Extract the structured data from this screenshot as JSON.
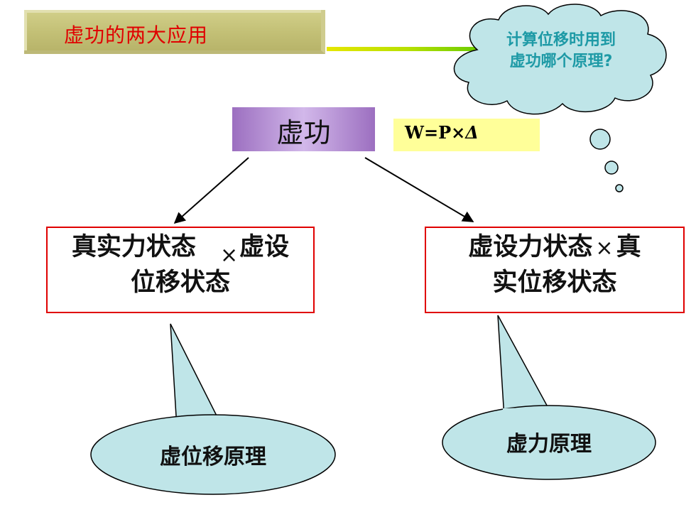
{
  "title": "虚功的两大应用",
  "center": {
    "label": "虚功",
    "formula": "W=P×Δ"
  },
  "left_box": {
    "line1": "真实力状态",
    "times": "×",
    "line1b": "虚设",
    "line2": "位移状态"
  },
  "right_box": {
    "line1": "虚设力状态",
    "times": "×",
    "line1b": "真",
    "line2": "实位移状态"
  },
  "left_callout": "虚位移原理",
  "right_callout": "虚力原理",
  "cloud": {
    "line1": "计算位移时用到",
    "line2": "虚功哪个原理?"
  },
  "colors": {
    "title_text": "#e00000",
    "box_border": "#e00000",
    "callout_fill": "#bfe5e8",
    "cloud_fill": "#bfe5e8",
    "cloud_text": "#1e9aa6",
    "formula_bg": "#ffff99",
    "center_fill": "#b58ad6"
  }
}
